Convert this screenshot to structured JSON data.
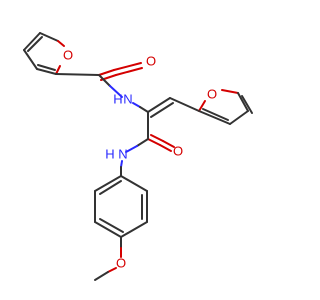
{
  "atoms": {
    "o_furan_top": {
      "label": "O",
      "color": "#d40000"
    },
    "o_carbonyl_top": {
      "label": "O",
      "color": "#d40000"
    },
    "n_amide_top": {
      "label": "N",
      "color": "#2a2aff"
    },
    "h_amide_top": {
      "label": "H",
      "color": "#2a2aff"
    },
    "o_furan_right": {
      "label": "O",
      "color": "#d40000"
    },
    "n_amide_mid": {
      "label": "N",
      "color": "#2a2aff"
    },
    "h_amide_mid": {
      "label": "H",
      "color": "#2a2aff"
    },
    "o_carbonyl_mid": {
      "label": "O",
      "color": "#d40000"
    },
    "o_methoxy": {
      "label": "O",
      "color": "#d40000"
    }
  },
  "colors": {
    "bond": "#333333",
    "oxygen": "#d40000",
    "nitrogen": "#2a2aff",
    "background": "#ffffff"
  }
}
